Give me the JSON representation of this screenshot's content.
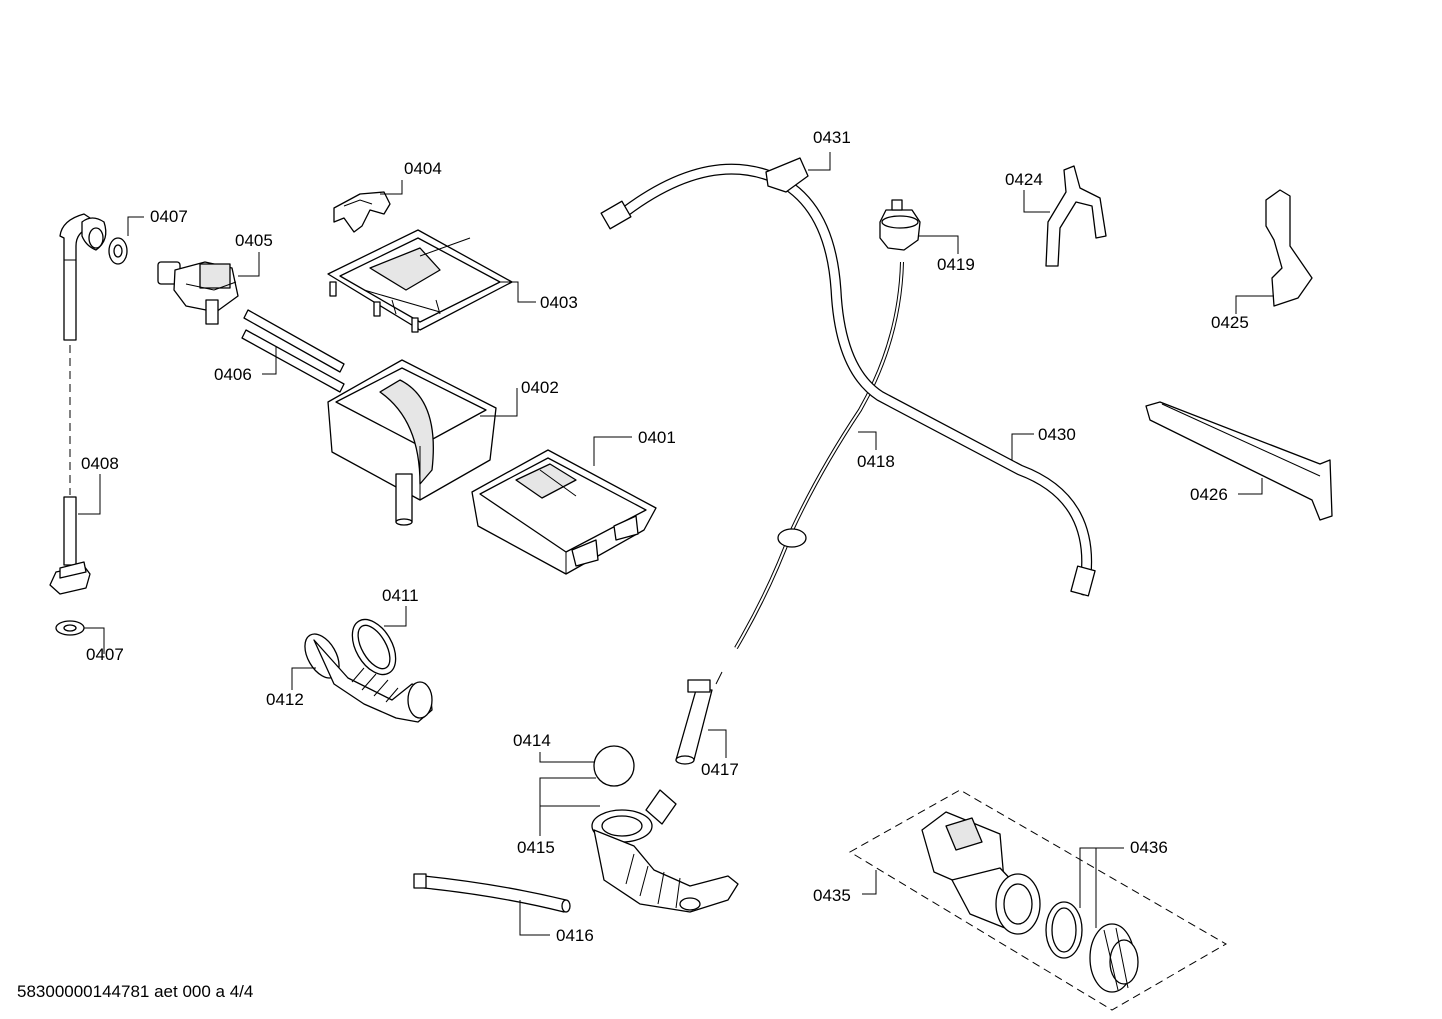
{
  "footer": "58300000144781 aet 000 a 4/4",
  "labels": {
    "p0401": "0401",
    "p0402": "0402",
    "p0403": "0403",
    "p0404": "0404",
    "p0405": "0405",
    "p0406": "0406",
    "p0407a": "0407",
    "p0407b": "0407",
    "p0408": "0408",
    "p0411": "0411",
    "p0412": "0412",
    "p0414": "0414",
    "p0415": "0415",
    "p0416": "0416",
    "p0417": "0417",
    "p0418": "0418",
    "p0419": "0419",
    "p0424": "0424",
    "p0425": "0425",
    "p0426": "0426",
    "p0430": "0430",
    "p0431": "0431",
    "p0435": "0435",
    "p0436": "0436"
  }
}
